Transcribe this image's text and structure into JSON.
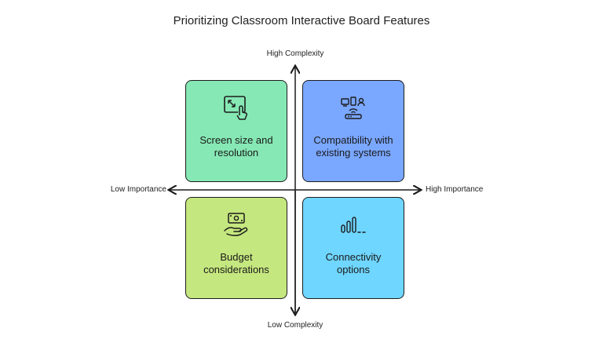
{
  "title": "Prioritizing Classroom Interactive Board Features",
  "axes": {
    "top": "High Complexity",
    "bottom": "Low Complexity",
    "left": "Low Importance",
    "right": "High Importance"
  },
  "quadrants": {
    "top_left": {
      "line1": "Screen size and",
      "line2": "resolution",
      "icon": "screen-touch-resize-icon",
      "color": "#86e8b4"
    },
    "top_right": {
      "line1": "Compatibility with",
      "line2": "existing systems",
      "icon": "devices-network-icon",
      "color": "#7aa7ff"
    },
    "bottom_left": {
      "line1": "Budget",
      "line2": "considerations",
      "icon": "hand-money-icon",
      "color": "#c5e77f"
    },
    "bottom_right": {
      "line1": "Connectivity",
      "line2": "options",
      "icon": "signal-bars-icon",
      "color": "#6fd6ff"
    }
  }
}
